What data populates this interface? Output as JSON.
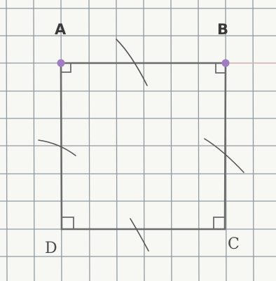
{
  "figure": {
    "paper_color": "#f7f7f4",
    "grid_color": "#8f9aa0",
    "line_color": "#6b6b6b",
    "tick_color": "#555555",
    "point_color": "#a07cc0",
    "ray_color": "#d9b7b7"
  },
  "vertices": {
    "a": "A",
    "b": "B",
    "c": "C",
    "d": "D"
  },
  "marks": {
    "right_angles": [
      "A",
      "B",
      "C",
      "D"
    ],
    "equal_side_ticks": [
      "AB",
      "BC",
      "CD",
      "DA"
    ],
    "highlighted_points": [
      "A",
      "B"
    ]
  }
}
